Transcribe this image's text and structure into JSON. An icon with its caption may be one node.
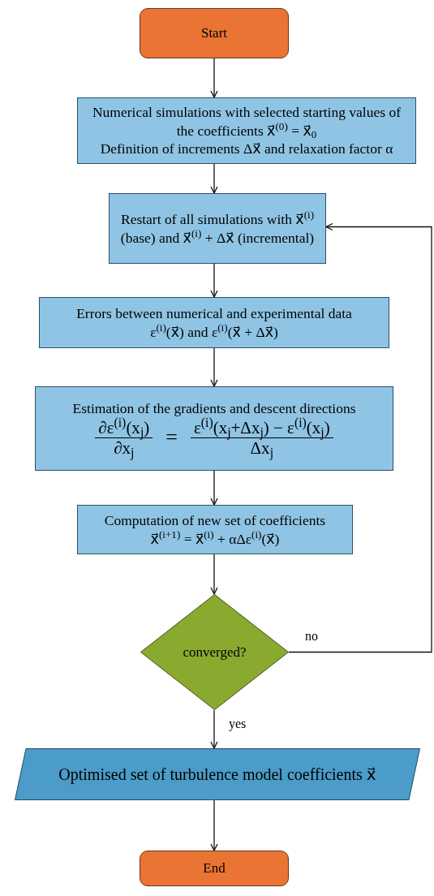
{
  "diagram": {
    "nodes": [
      {
        "text": [
          "Start"
        ]
      },
      {
        "text": [
          "Numerical simulations with selected starting values of the coefficients x⃗$^{(0)}$ = x⃗$_{0}$",
          "Definition of increments Δx⃗ and relaxation factor α"
        ]
      },
      {
        "text": [
          "Restart of all simulations with x⃗$^{(i)}$ (base) and x⃗$^{(i)}$ + Δx⃗ (incremental)"
        ]
      },
      {
        "text": [
          "Errors between numerical and experimental data",
          "ε$^{(i)}$(x⃗) and ε$^{(i)}$(x⃗ + Δx⃗)"
        ]
      },
      {
        "text": [
          "Estimation of the gradients and descent directions",
          "∂ε$^{(i)}$(x$_{j}$)",
          "∂x$_{j}$",
          "=",
          "ε$^{(i)}$(x$_{j}$+Δx$_{j}$) − ε$^{(i)}$(x$_{j}$)",
          "Δx$_{j}$"
        ]
      },
      {
        "text": [
          "Computation of new set of coefficients",
          "x⃗$^{(i+1)}$ = x⃗$^{(i)}$ + αΔε$^{(i)}$(x⃗)"
        ]
      },
      {
        "text": [
          "converged?"
        ]
      },
      {
        "text": [
          "Optimised set of turbulence model coefficients x⃗"
        ]
      },
      {
        "text": [
          "End"
        ]
      }
    ],
    "edges": [
      {
        "from": 0,
        "to": 1,
        "arrow": "to"
      },
      {
        "from": 1,
        "to": 2,
        "arrow": "to"
      },
      {
        "from": 2,
        "to": 3,
        "arrow": "to"
      },
      {
        "from": 3,
        "to": 4,
        "arrow": "to"
      },
      {
        "from": 4,
        "to": 5,
        "arrow": "to"
      },
      {
        "from": 5,
        "to": 6,
        "arrow": "to"
      },
      {
        "from": 6,
        "to": 2,
        "arrow": "to",
        "label": "no"
      },
      {
        "from": 6,
        "to": 7,
        "arrow": "to",
        "label": "yes"
      },
      {
        "from": 7,
        "to": 8,
        "arrow": "to"
      }
    ]
  }
}
